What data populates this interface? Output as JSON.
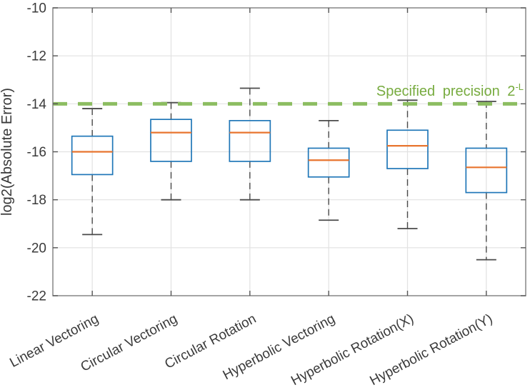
{
  "chart_data": {
    "type": "boxplot",
    "title": "",
    "ylabel": "log2(Absolute Error)",
    "xlabel": "",
    "ylim": [
      -22,
      -10
    ],
    "yticks": [
      -22,
      -20,
      -18,
      -16,
      -14,
      -12,
      -10
    ],
    "grid": true,
    "legend": "none",
    "categories": [
      "Linear Vectoring",
      "Circular Vectoring",
      "Circular Rotation",
      "Hyperbolic Vectoring",
      "Hyperbolic Rotation(X)",
      "Hyperbolic Rotation(Y)"
    ],
    "series": [
      {
        "name": "Linear Vectoring",
        "whisker_low": -19.45,
        "q1": -16.95,
        "median": -16.0,
        "q3": -15.35,
        "whisker_high": -14.2
      },
      {
        "name": "Circular Vectoring",
        "whisker_low": -18.0,
        "q1": -16.4,
        "median": -15.2,
        "q3": -14.65,
        "whisker_high": -13.95
      },
      {
        "name": "Circular Rotation",
        "whisker_low": -18.0,
        "q1": -16.4,
        "median": -15.2,
        "q3": -14.7,
        "whisker_high": -13.35
      },
      {
        "name": "Hyperbolic Vectoring",
        "whisker_low": -18.85,
        "q1": -17.05,
        "median": -16.35,
        "q3": -15.85,
        "whisker_high": -14.7
      },
      {
        "name": "Hyperbolic Rotation(X)",
        "whisker_low": -19.2,
        "q1": -16.7,
        "median": -15.75,
        "q3": -15.1,
        "whisker_high": -13.85
      },
      {
        "name": "Hyperbolic Rotation(Y)",
        "whisker_low": -20.5,
        "q1": -17.7,
        "median": -16.65,
        "q3": -15.85,
        "whisker_high": -13.9
      }
    ],
    "reference_line": {
      "value": -14,
      "label_main": "Specified precision 2",
      "label_sup": "-L"
    },
    "colors": {
      "box": "#2077b8",
      "median": "#e8752f",
      "whisker": "#4a4a4a",
      "grid": "#e2e2e2",
      "axis": "#858585",
      "tick": "#555555",
      "tick_text": "#3a3a3a",
      "reference_line": "#8cbd61",
      "reference_text": "#77ab3f",
      "background": "#ffffff"
    }
  }
}
